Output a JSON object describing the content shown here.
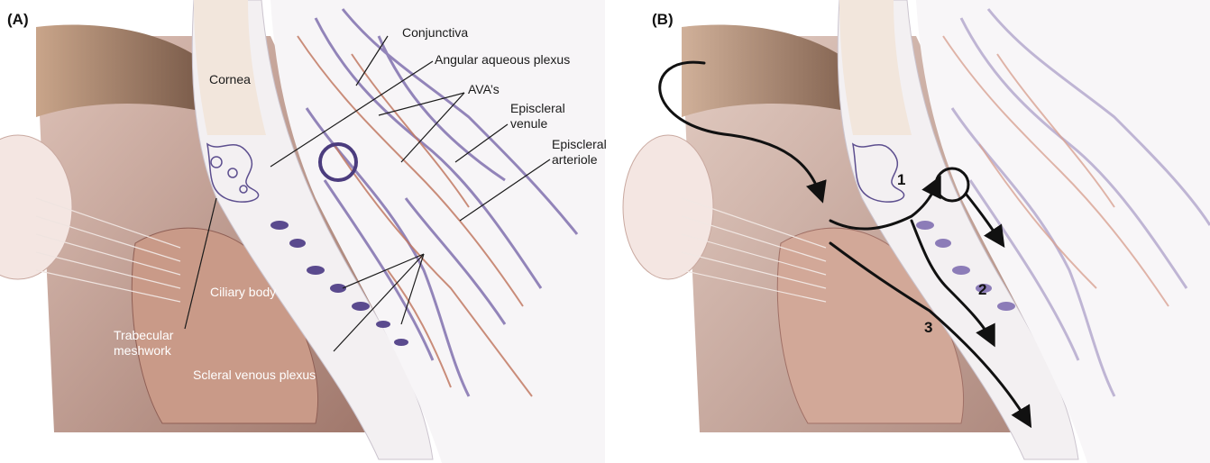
{
  "panel_a": {
    "letter": "(A)",
    "labels": {
      "conjunctiva": "Conjunctiva",
      "angular_aqueous_plexus": "Angular aqueous plexus",
      "cornea": "Cornea",
      "avas": "AVA’s",
      "episcleral_venule_1": "Episcleral",
      "episcleral_venule_2": "venule",
      "episcleral_arteriole_1": "Episcleral",
      "episcleral_arteriole_2": "arteriole",
      "ciliary_body": "Ciliary body",
      "trabecular_1": "Trabecular",
      "trabecular_2": "meshwork",
      "scleral_venous_plexus": "Scleral venous plexus"
    }
  },
  "panel_b": {
    "letter": "(B)",
    "pathway_numbers": [
      "1",
      "2",
      "3"
    ]
  },
  "colors": {
    "iris_brown": "#8a6a55",
    "ciliary_body": "#b98e7c",
    "sclera": "#f1ecec",
    "venous_purple": "#6d5a9e",
    "arterial_red": "#c07560",
    "flow_arrow": "#111111"
  }
}
